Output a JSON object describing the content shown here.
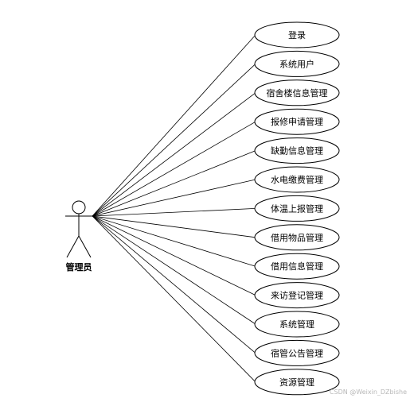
{
  "actor": {
    "label": "管理员"
  },
  "use_cases": [
    {
      "label": "登录"
    },
    {
      "label": "系统用户"
    },
    {
      "label": "宿舍楼信息管理"
    },
    {
      "label": "报修申请管理"
    },
    {
      "label": "缺勤信息管理"
    },
    {
      "label": "水电缴费管理"
    },
    {
      "label": "体温上报管理"
    },
    {
      "label": "借用物品管理"
    },
    {
      "label": "借用信息管理"
    },
    {
      "label": "来访登记管理"
    },
    {
      "label": "系统管理"
    },
    {
      "label": "宿管公告管理"
    },
    {
      "label": "资源管理"
    }
  ],
  "watermark": "CSDN @Weixin_DZbishe",
  "colors": {
    "stroke": "#000000",
    "fill": "#ffffff",
    "watermark": "#b8b8b8"
  }
}
